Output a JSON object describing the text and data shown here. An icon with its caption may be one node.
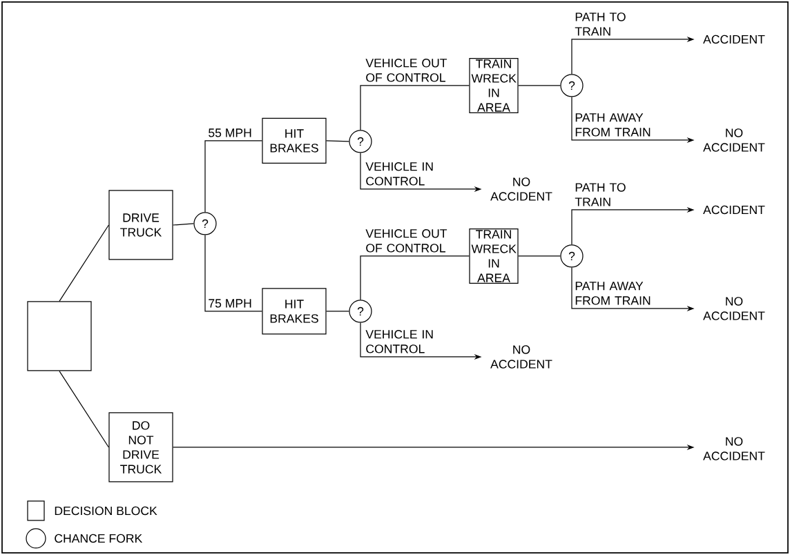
{
  "diagram": {
    "nodes": [
      {
        "text": [],
        "shape": "box"
      },
      {
        "text": [
          "DRIVE TRUCK"
        ]
      },
      {
        "text": [
          "?"
        ]
      },
      {
        "text": [
          "HIT BRAKES"
        ]
      },
      {
        "text": [
          "?"
        ]
      },
      {
        "text": [
          "TRAIN WRECK IN AREA"
        ]
      },
      {
        "text": [
          "?"
        ]
      },
      {
        "text": [
          "ACCIDENT"
        ]
      },
      {
        "text": [
          "NO ACCIDENT"
        ]
      },
      {
        "text": [
          "NO ACCIDENT"
        ]
      },
      {
        "text": [
          "HIT BRAKES"
        ]
      },
      {
        "text": [
          "?"
        ]
      },
      {
        "text": [
          "TRAIN WRECK IN AREA"
        ]
      },
      {
        "text": [
          "?"
        ]
      },
      {
        "text": [
          "ACCIDENT"
        ]
      },
      {
        "text": [
          "NO ACCIDENT"
        ]
      },
      {
        "text": [
          "NO ACCIDENT"
        ]
      },
      {
        "text": [
          "DO NOT DRIVE TRUCK"
        ]
      },
      {
        "text": [
          "NO ACCIDENT"
        ]
      }
    ],
    "edges": [
      {
        "from": 0,
        "to": 1,
        "arrow": "none"
      },
      {
        "from": 0,
        "to": 17,
        "arrow": "none"
      },
      {
        "from": 1,
        "to": 2,
        "arrow": "none"
      },
      {
        "from": 2,
        "to": 3,
        "arrow": "none",
        "label": "55 MPH"
      },
      {
        "from": 2,
        "to": 10,
        "arrow": "none",
        "label": "75 MPH"
      },
      {
        "from": 3,
        "to": 4,
        "arrow": "none"
      },
      {
        "from": 4,
        "to": 5,
        "arrow": "none",
        "label": "VEHICLE OUT OF CONTROL"
      },
      {
        "from": 4,
        "to": 9,
        "arrow": "to",
        "label": "VEHICLE IN CONTROL"
      },
      {
        "from": 5,
        "to": 6,
        "arrow": "none"
      },
      {
        "from": 6,
        "to": 7,
        "arrow": "to",
        "label": "PATH TO TRAIN"
      },
      {
        "from": 6,
        "to": 8,
        "arrow": "to",
        "label": "PATH AWAY FROM TRAIN"
      },
      {
        "from": 10,
        "to": 11,
        "arrow": "none"
      },
      {
        "from": 11,
        "to": 12,
        "arrow": "none",
        "label": "VEHICLE OUT OF CONTROL"
      },
      {
        "from": 11,
        "to": 16,
        "arrow": "to",
        "label": "VEHICLE IN CONTROL"
      },
      {
        "from": 12,
        "to": 13,
        "arrow": "none"
      },
      {
        "from": 13,
        "to": 14,
        "arrow": "to",
        "label": "PATH TO TRAIN"
      },
      {
        "from": 13,
        "to": 15,
        "arrow": "to",
        "label": "PATH AWAY FROM TRAIN"
      },
      {
        "from": 17,
        "to": 18,
        "arrow": "to"
      }
    ],
    "legend": [
      {
        "text": "DECISION BLOCK"
      },
      {
        "text": "CHANCE FORK"
      }
    ]
  }
}
